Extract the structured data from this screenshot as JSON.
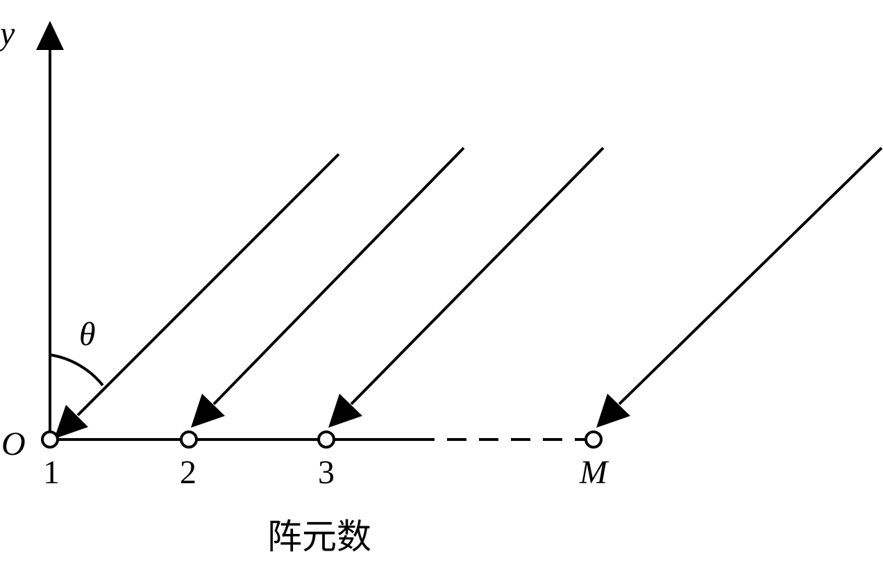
{
  "diagram": {
    "axis_label": "y",
    "origin_label": "O",
    "angle_label": "θ",
    "element_labels": [
      "1",
      "2",
      "3",
      "M"
    ],
    "caption": "阵元数",
    "colors": {
      "stroke": "#000000",
      "background": "#ffffff"
    }
  }
}
